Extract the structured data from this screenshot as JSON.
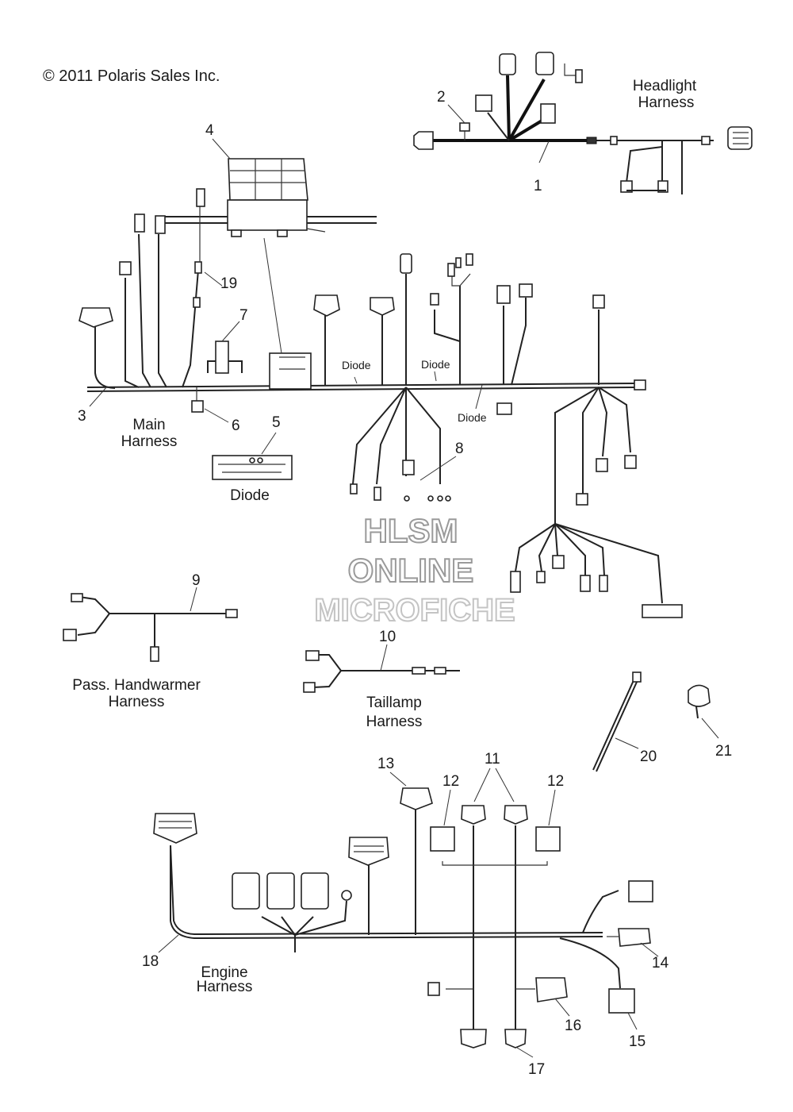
{
  "copyright": "© 2011 Polaris Sales Inc.",
  "watermark": {
    "line1": "HLSM",
    "line2": "ONLINE",
    "line3": "MICROFICHE"
  },
  "labels": {
    "headlight_harness": [
      "Headlight",
      "Harness"
    ],
    "main_harness": [
      "Main",
      "Harness"
    ],
    "diode_title": "Diode",
    "diode_wire": "Diode",
    "pass_handwarmer": [
      "Pass. Handwarmer",
      "Harness"
    ],
    "taillamp": [
      "Taillamp",
      "Harness"
    ],
    "engine": [
      "Engine",
      "Harness"
    ]
  },
  "callouts": {
    "c1": "1",
    "c2": "2",
    "c3": "3",
    "c4": "4",
    "c5": "5",
    "c6": "6",
    "c7": "7",
    "c8": "8",
    "c9": "9",
    "c10": "10",
    "c11": "11",
    "c12a": "12",
    "c12b": "12",
    "c13": "13",
    "c14": "14",
    "c15": "15",
    "c16": "16",
    "c17": "17",
    "c18": "18",
    "c19": "19",
    "c20": "20",
    "c21": "21"
  }
}
